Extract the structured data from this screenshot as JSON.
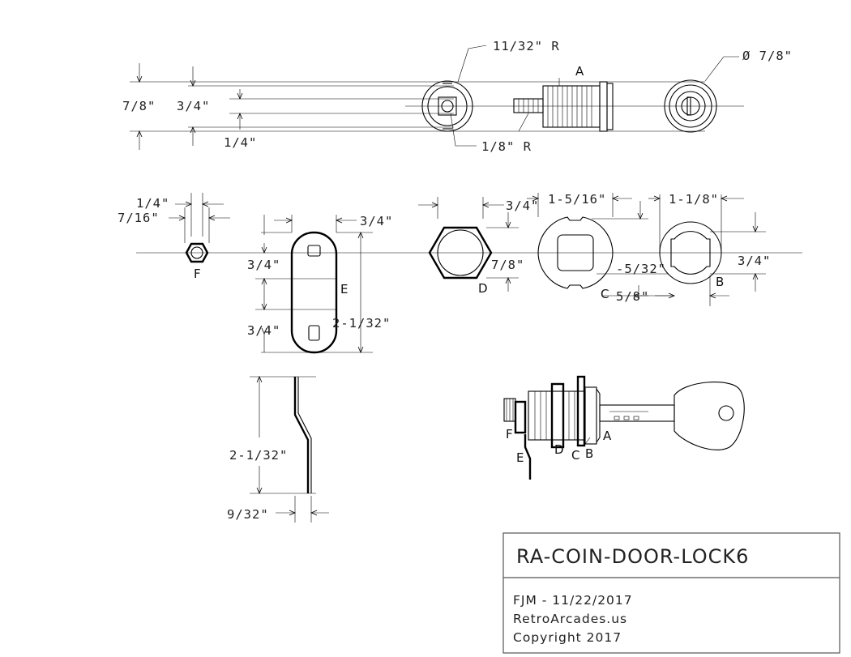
{
  "top_view": {
    "dim_radius_top": "11/32\" R",
    "label_a": "A",
    "dim_diameter": "Ø 7/8\"",
    "dim_7_8": "7/8\"",
    "dim_3_4": "3/4\"",
    "dim_1_4": "1/4\"",
    "dim_radius_small": "1/8\" R"
  },
  "parts_view": {
    "f_dim_1_4": "1/4\"",
    "f_dim_7_16": "7/16\"",
    "label_f": "F",
    "e_dim_3_4_top": "3/4\"",
    "e_dim_3_4_a": "3/4\"",
    "e_dim_3_4_b": "3/4\"",
    "label_e": "E",
    "e_dim_length": "2-1/32\"",
    "d_dim_3_4": "3/4\"",
    "d_dim_7_8": "7/8\"",
    "label_d": "D",
    "c_dim_width": "1-5/16\"",
    "c_dim_5_32": "-5/32\"",
    "label_c": "C",
    "c_dim_5_8": "5/8\"",
    "b_dim_width": "1-1/8\"",
    "b_dim_3_4": "3/4\"",
    "label_b": "B"
  },
  "cam_side": {
    "dim_length": "2-1/32\"",
    "dim_thickness": "9/32\""
  },
  "assembly": {
    "label_f": "F",
    "label_d": "D",
    "label_c": "C",
    "label_b": "B",
    "label_a": "A",
    "label_e": "E"
  },
  "title_block": {
    "title": "RA-COIN-DOOR-LOCK6",
    "author_date": "FJM - 11/22/2017",
    "website": "RetroArcades.us",
    "copyright": "Copyright 2017"
  }
}
